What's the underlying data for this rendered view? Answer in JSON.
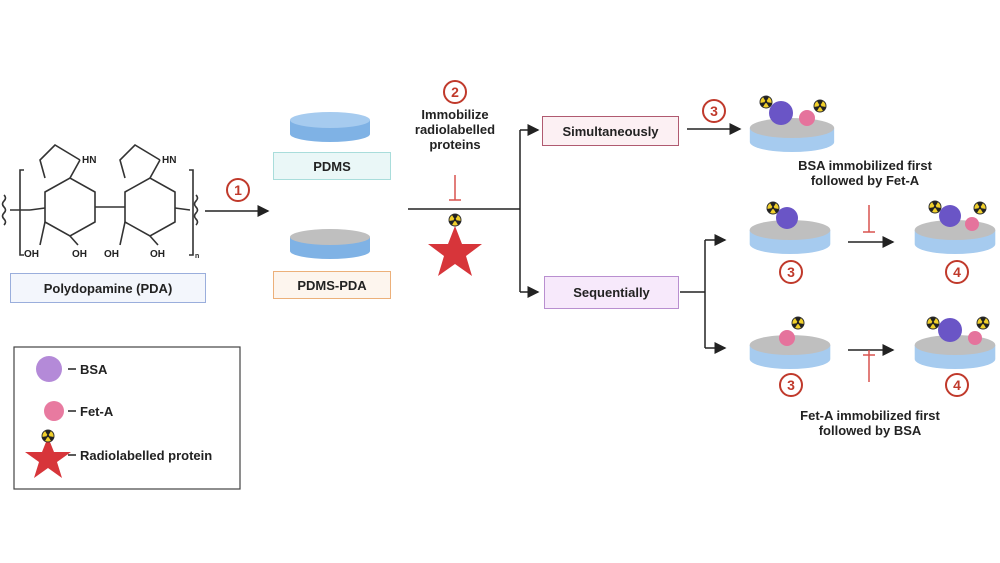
{
  "monomer": {
    "label": "Polydopamine (PDA)",
    "substituents": [
      "HN",
      "HN",
      "OH",
      "OH",
      "OH",
      "OH"
    ],
    "repeat_subscript": "n"
  },
  "steps": {
    "s1": "1",
    "s2": "2",
    "s3": "3",
    "s4": "4"
  },
  "substrates": {
    "pdms": "PDMS",
    "pdms_pda": "PDMS-PDA"
  },
  "immobilize": {
    "text": "Immobilize radiolabelled proteins"
  },
  "branches": {
    "simultaneously": "Simultaneously",
    "sequentially": "Sequentially"
  },
  "sequences": {
    "bsa_first": "BSA immobilized first followed by Fet-A",
    "feta_first": "Fet-A immobilized first followed by BSA"
  },
  "legend": {
    "items": [
      {
        "label": "BSA",
        "color": "#b48ad8"
      },
      {
        "label": "Fet-A",
        "color": "#e87aa0"
      },
      {
        "label": "Radiolabelled protein",
        "color": "#d7353a"
      }
    ]
  },
  "colors": {
    "step_circle": "#c0392b",
    "inhibit": "#d9534f",
    "disk_top": "#a6cbef",
    "disk_side": "#7fb2e5",
    "disk_gray": "#bfbfbf",
    "bsa_purple": "#6a55c6",
    "feta_pink": "#e5739c",
    "radio_yellow": "#f1d02b"
  }
}
